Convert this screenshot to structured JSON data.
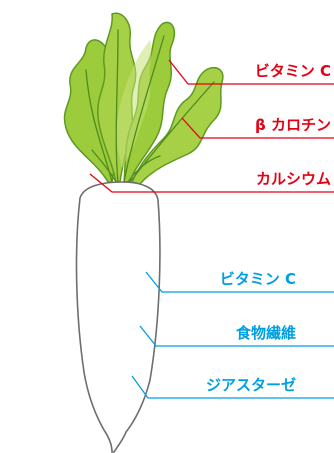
{
  "colors": {
    "leaf_fill": "#9CCB3B",
    "leaf_light": "#C6E27A",
    "leaf_vein": "#4E8A1E",
    "leaf_outline": "#5E9A22",
    "root_fill": "#FFFFFF",
    "root_outline": "#6E6E6E",
    "leaf_label_color": "#E60012",
    "root_label_color": "#009FE3"
  },
  "leaf_labels": [
    {
      "text": "ビタミン C"
    },
    {
      "text": "β カロチン"
    },
    {
      "text": "カルシウム"
    }
  ],
  "root_labels": [
    {
      "text": "ビタミン C"
    },
    {
      "text": "食物繊維"
    },
    {
      "text": "ジアスターゼ"
    }
  ]
}
